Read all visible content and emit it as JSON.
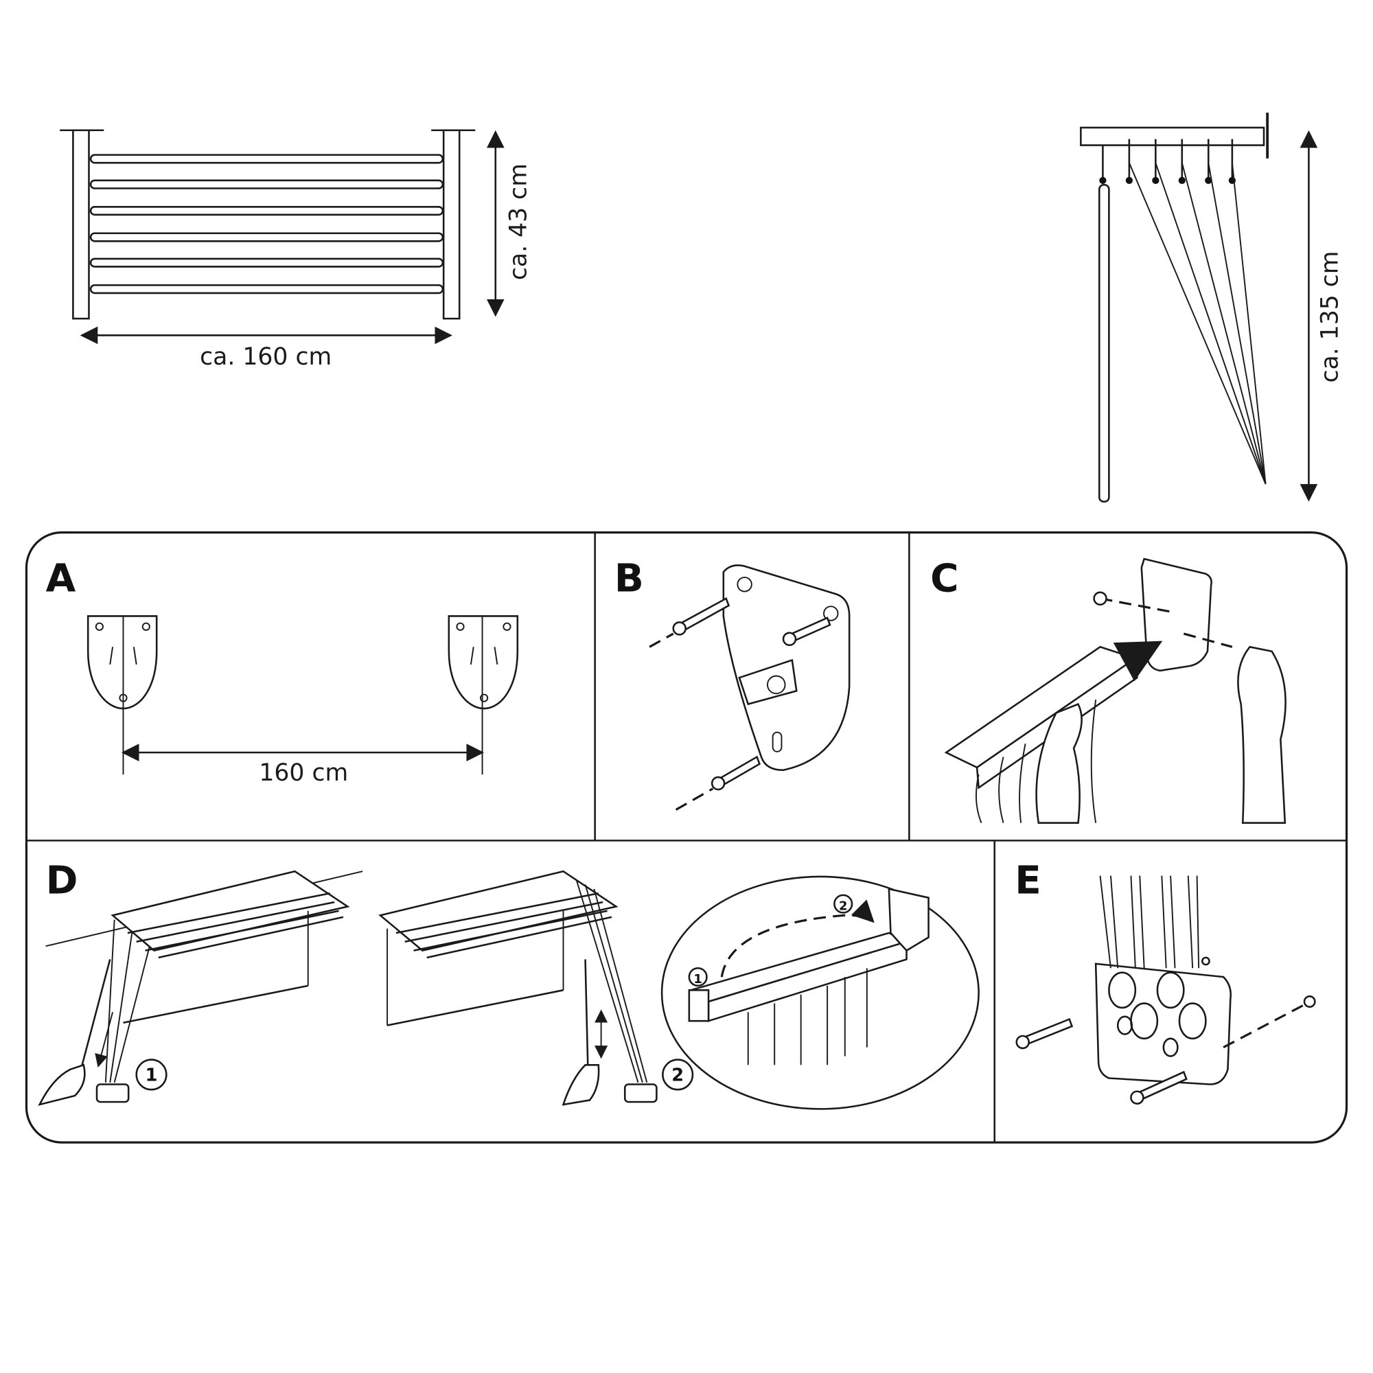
{
  "dimensions": {
    "width_label": "ca. 160 cm",
    "height_label": "ca. 43 cm",
    "drop_label": "ca. 135 cm"
  },
  "steps": {
    "a": {
      "label": "A",
      "spacing_label": "160 cm"
    },
    "b": {
      "label": "B"
    },
    "c": {
      "label": "C"
    },
    "d": {
      "label": "D",
      "step1": "1",
      "step2": "2",
      "inset_step1": "1",
      "inset_step2": "2"
    },
    "e": {
      "label": "E"
    }
  }
}
